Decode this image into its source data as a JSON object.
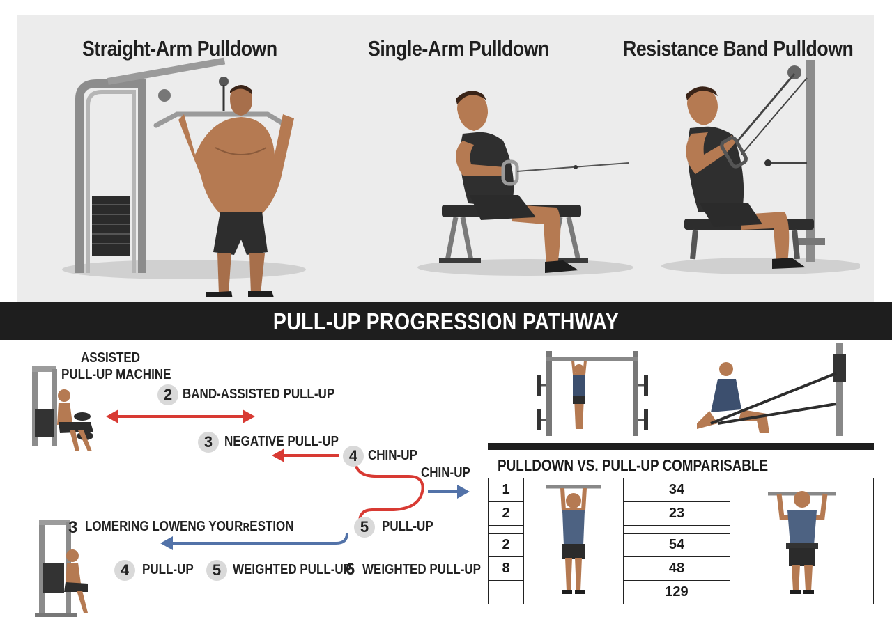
{
  "exercises": [
    {
      "title": "Straight-Arm Pulldown",
      "illustration": "lat-pulldown-machine-standing"
    },
    {
      "title": "Single-Arm Pulldown",
      "illustration": "seated-cable-single-arm"
    },
    {
      "title": "Resistance Band Pulldown",
      "illustration": "seated-band-pulldown"
    }
  ],
  "banner": {
    "title": "PULL-UP PROGRESSION PATHWAY"
  },
  "progression": {
    "machine_label": [
      "ASSISTED",
      "PULL-UP MACHINE"
    ],
    "steps": [
      {
        "num": "2",
        "label": "BAND-ASSISTED PULL-UP"
      },
      {
        "num": "3",
        "label": "NEGATIVE PULL-UP"
      },
      {
        "num": "4",
        "label": "CHIN-UP"
      },
      {
        "num": "5",
        "label": "PULL-UP"
      }
    ],
    "side_label": "CHIN-UP",
    "lowering": {
      "num": "3",
      "label": "LOMERING LOWENG YOURʀESTION"
    },
    "bottom_steps": [
      {
        "num": "4",
        "label": "PULL-UP"
      },
      {
        "num": "5",
        "label": "WEIGHTED PULL-UP"
      },
      {
        "num": "6",
        "label": "WEIGHTED PULL-UP"
      }
    ],
    "arrow_colors": {
      "red": "#d83a33",
      "blue": "#5272a8"
    }
  },
  "comparison": {
    "title": "PULLDOWN VS. PULL-UP COMPARISABLE",
    "rows": [
      {
        "num": "1",
        "value": "34"
      },
      {
        "num": "2",
        "value": "23"
      },
      {
        "num": "",
        "value": ""
      },
      {
        "num": "2",
        "value": "54"
      },
      {
        "num": "8",
        "value": "48"
      },
      {
        "num": "",
        "value": "129"
      }
    ]
  }
}
